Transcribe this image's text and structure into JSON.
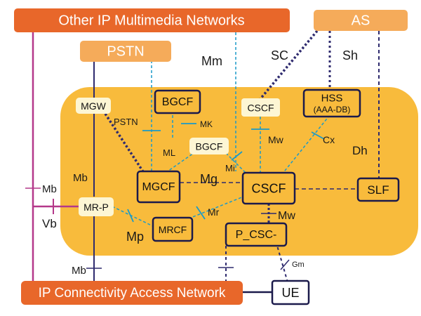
{
  "colors": {
    "banner_orange": "#e8672a",
    "light_orange": "#f5ab5a",
    "core_fill": "#f8bb3c",
    "box_stroke": "#1b1a4b",
    "box_light_fill": "#fdf6d4",
    "magenta": "#b4388a",
    "navy": "#2e2a6e",
    "cyan": "#1a9ac8"
  },
  "nodes": {
    "other_ip": "Other IP Multimedia Networks",
    "as": "AS",
    "pstn": "PSTN",
    "mgw": "MGW",
    "bgcf_top": "BGCF",
    "cscf_top": "CSCF",
    "hss": "HSS",
    "hss_sub": "(AAA-DB)",
    "bgcf_mid": "BGCF",
    "mgcf": "MGCF",
    "cscf_main": "CSCF",
    "slf": "SLF",
    "mrp": "MR-P",
    "mrcf": "MRCF",
    "pcsc": "P_CSC-",
    "ip_access": "IP Connectivity Access Network",
    "ue": "UE"
  },
  "interfaces": {
    "mm": "Mm",
    "sc": "SC",
    "sh": "Sh",
    "pstn_if": "PSTN",
    "mk": "MK",
    "mw_top": "Mw",
    "cx": "Cx",
    "ml": "ML",
    "mi": "Mi",
    "dh": "Dh",
    "mb_core": "Mb",
    "mb_left": "Mb",
    "mg": "Mg",
    "vb": "Vb",
    "mr": "Mr",
    "mw_bottom": "Mw",
    "mp": "Mp",
    "gm": "Gm",
    "mb_bottom": "Mb"
  }
}
